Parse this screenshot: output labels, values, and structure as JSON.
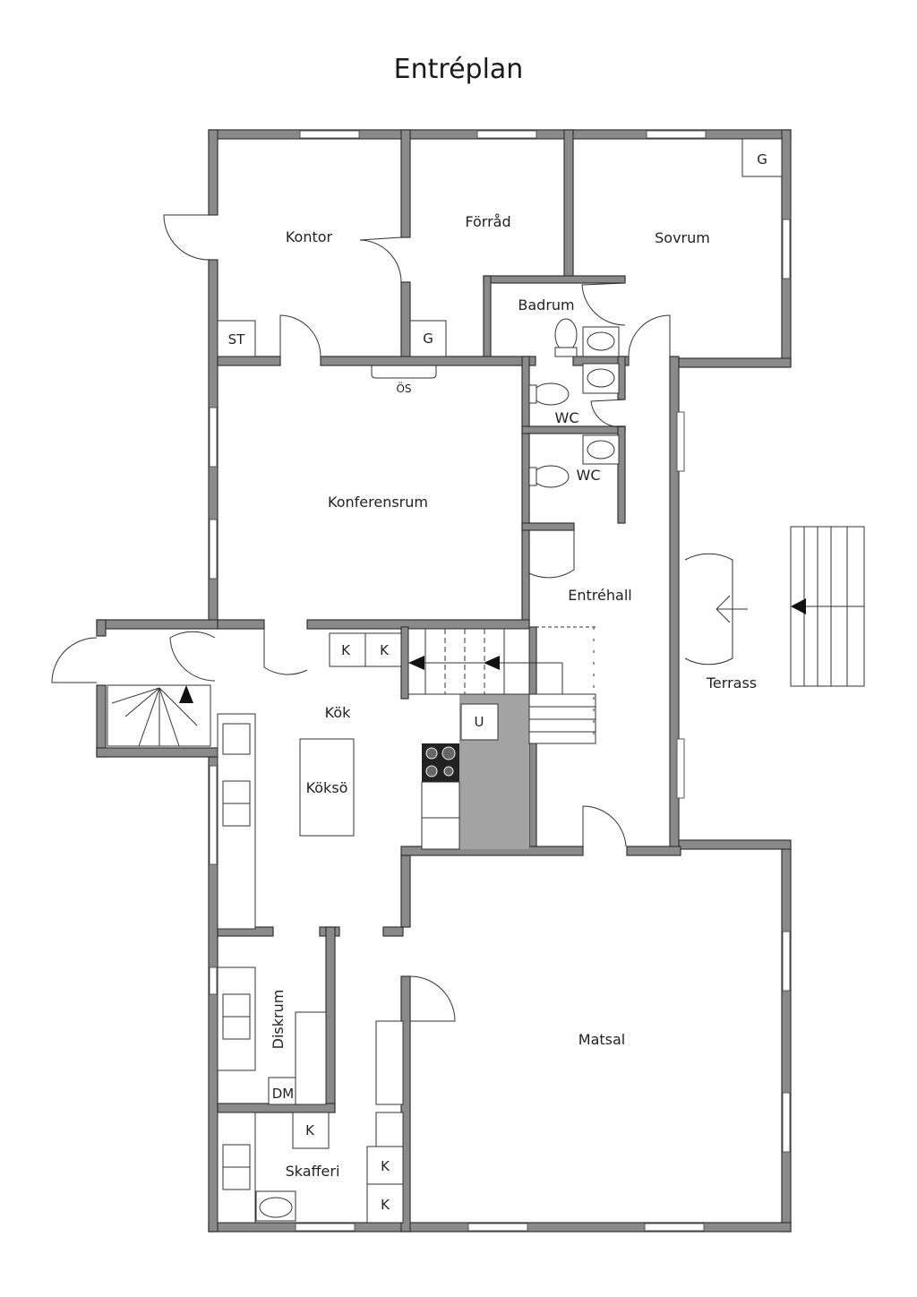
{
  "title": "Entréplan",
  "rooms": {
    "kontor": "Kontor",
    "forrad": "Förråd",
    "sovrum": "Sovrum",
    "badrum": "Badrum",
    "konferensrum": "Konferensrum",
    "wc1": "WC",
    "wc2": "WC",
    "entrehall": "Entréhall",
    "terrass": "Terrass",
    "kok": "Kök",
    "koksö": "Köksö",
    "matsal": "Matsal",
    "diskrum": "Diskrum",
    "skafferi": "Skafferi"
  },
  "fixtures": {
    "st": "ST",
    "g1": "G",
    "g2": "G",
    "os": "ÖS",
    "k1": "K",
    "k2": "K",
    "k3": "K",
    "k4": "K",
    "k5": "K",
    "u": "U",
    "dm": "DM"
  }
}
